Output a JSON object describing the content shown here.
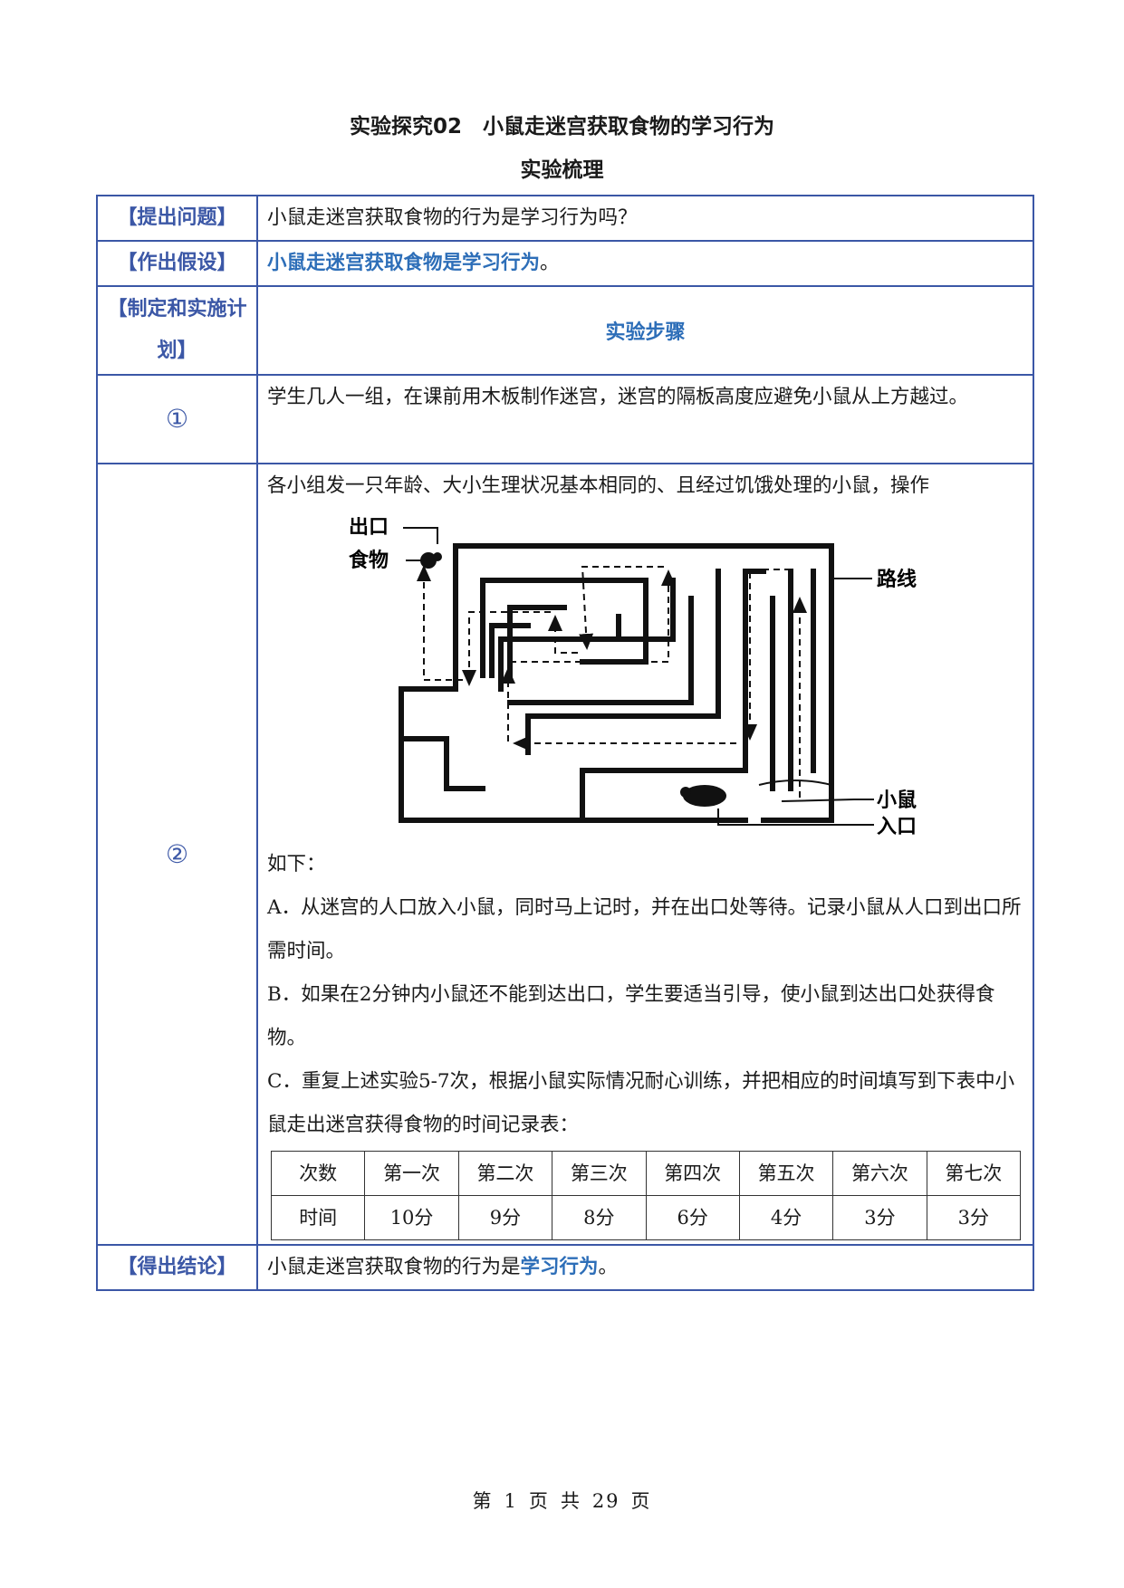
{
  "title": "实验探究02　小鼠走迷宫获取食物的学习行为",
  "subtitle": "实验梳理",
  "rows": {
    "question": {
      "label": "【提出问题】",
      "text": "小鼠走迷宫获取食物的行为是学习行为吗？"
    },
    "hypothesis": {
      "label": "【作出假设】",
      "text_blue": "小鼠走迷宫获取食物是学习行为",
      "text_end": "。"
    },
    "plan": {
      "label": "【制定和实施计划】",
      "header": "实验步骤"
    },
    "step1": {
      "label": "①",
      "text": "学生几人一组，在课前用木板制作迷宫，迷宫的隔板高度应避免小鼠从上方越过。"
    },
    "step2": {
      "label": "②",
      "intro": "各小组发一只年龄、大小生理状况基本相同的、且经过饥饿处理的小鼠，操作",
      "after_image": "如下：",
      "a": "A．从迷宫的人口放入小鼠，同时马上记时，并在出口处等待。记录小鼠从人口到出口所需时间。",
      "b": "B．如果在2分钟内小鼠还不能到达出口，学生要适当引导，使小鼠到达出口处获得食物。",
      "c": "C．重复上述实验5-7次，根据小鼠实际情况耐心训练，并把相应的时间填写到下表中小鼠走出迷宫获得食物的时间记录表："
    },
    "conclusion": {
      "label": "【得出结论】",
      "text_start": "小鼠走迷宫获取食物的行为是",
      "text_blue": "学习行为",
      "text_end": "。"
    }
  },
  "maze_labels": {
    "exit": "出口",
    "food": "食物",
    "route": "路线",
    "mouse": "小鼠",
    "entrance": "入口"
  },
  "record_table": {
    "header": [
      "次数",
      "第一次",
      "第二次",
      "第三次",
      "第四次",
      "第五次",
      "第六次",
      "第七次"
    ],
    "row": [
      "时间",
      "10分",
      "9分",
      "8分",
      "6分",
      "4分",
      "3分",
      "3分"
    ]
  },
  "footer": {
    "page_label": "第",
    "page": "1",
    "page_unit": "页",
    "total_label": "共",
    "total": "29",
    "total_unit": "页"
  },
  "colors": {
    "border": "#3b57a6",
    "accent_blue": "#2d6eb8"
  }
}
